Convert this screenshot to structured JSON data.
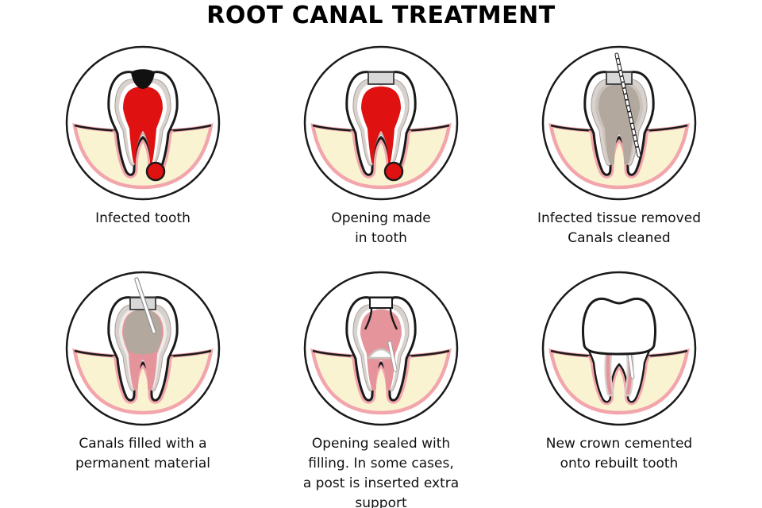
{
  "title": "ROOT CANAL TREATMENT",
  "panels": [
    {
      "id": "infected-tooth",
      "caption": "Infected tooth"
    },
    {
      "id": "opening-made",
      "caption": "Opening made\nin tooth"
    },
    {
      "id": "tissue-removed",
      "caption": "Infected tissue removed\nCanals cleaned"
    },
    {
      "id": "canals-filled",
      "caption": "Canals filled with a\npermanent material"
    },
    {
      "id": "opening-sealed",
      "caption": "Opening sealed with\nfilling. In some cases,\na post is inserted extra\nsupport"
    },
    {
      "id": "new-crown",
      "caption": "New crown cemented\nonto rebuilt tooth"
    }
  ],
  "colors": {
    "background": "#ffffff",
    "ink_outline": "#1a1a1a",
    "pulp_red": "#e01111",
    "abscess_red": "#e01111",
    "bone_cream": "#faf3d2",
    "gum_pink": "#f2a6ac",
    "dentin_gray": "#d8d2ce",
    "inner_band": "#cbc2bc",
    "cleaned_taupe": "#b3a89e",
    "canal_pink": "#e5949c",
    "filling_gray": "#d8d8d8",
    "tool_white": "#ffffff"
  },
  "icons": {
    "stage1": "infected-tooth-illustration",
    "stage2": "opened-tooth-illustration",
    "stage3": "canal-file-illustration",
    "stage4": "filled-canals-illustration",
    "stage5": "sealed-tooth-illustration",
    "stage6": "crowned-tooth-illustration"
  }
}
